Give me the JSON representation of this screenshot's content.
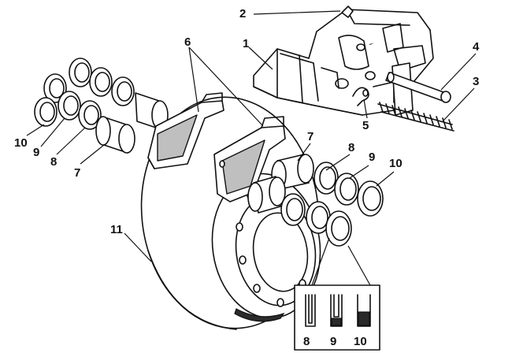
{
  "callouts": {
    "c1": "1",
    "c2": "2",
    "c3": "3",
    "c4": "4",
    "c5": "5",
    "c6": "6",
    "c7_left": "7",
    "c7_right": "7",
    "c8_left": "8",
    "c8_right": "8",
    "c9_left": "9",
    "c9_right": "9",
    "c10_left": "10",
    "c10_right": "10",
    "c11": "11"
  },
  "seal_inset": {
    "labels": [
      "8",
      "9",
      "10"
    ]
  }
}
